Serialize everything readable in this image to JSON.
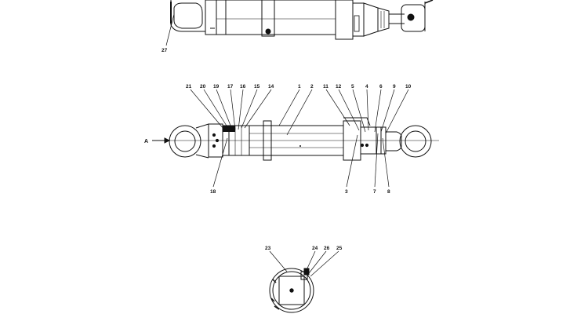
{
  "callouts": {
    "c27": "27",
    "c21": "21",
    "c20": "20",
    "c19": "19",
    "c17": "17",
    "c16": "16",
    "c15": "15",
    "c14": "14",
    "c1": "1",
    "c2": "2",
    "c11": "11",
    "c12": "12",
    "c5": "5",
    "c4": "4",
    "c6": "6",
    "c9": "9",
    "c10": "10",
    "c18": "18",
    "c3": "3",
    "c7": "7",
    "c8": "8",
    "c23": "23",
    "c24": "24",
    "c26": "26",
    "c25": "25"
  },
  "view_marker": "A"
}
